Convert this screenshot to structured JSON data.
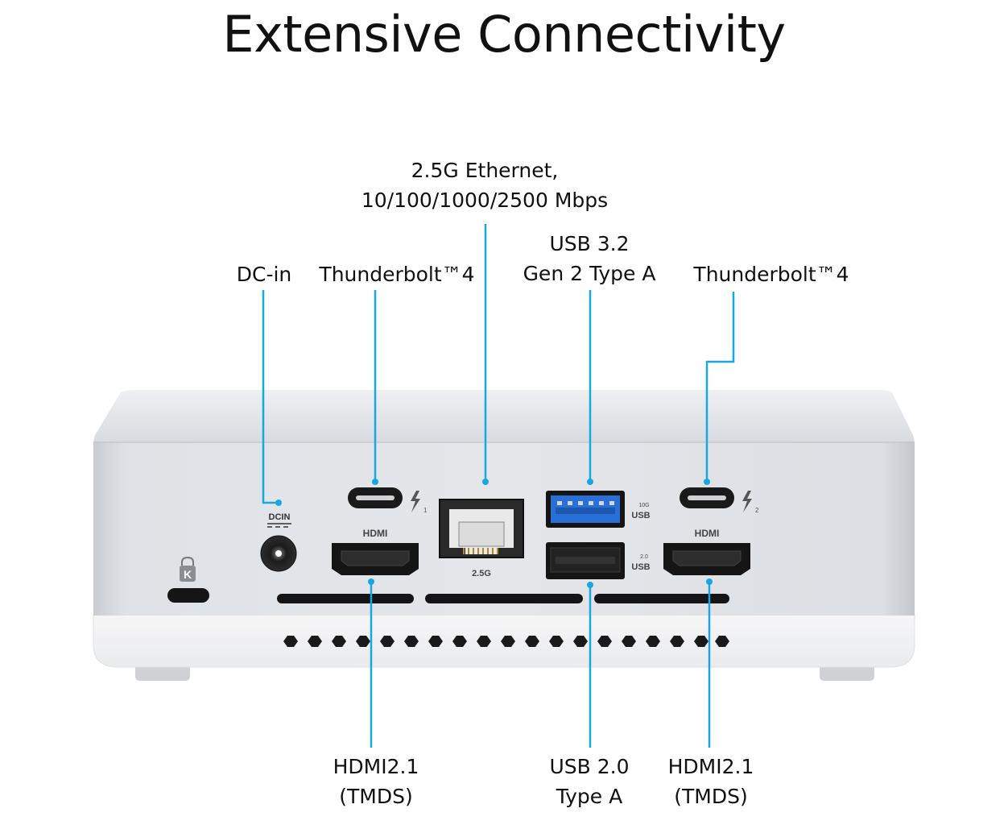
{
  "title": "Extensive Connectivity",
  "labels": {
    "ethernet_line1": "2.5G Ethernet,",
    "ethernet_line2": "10/100/1000/2500 Mbps",
    "usb32_line1": "USB 3.2",
    "usb32_line2": "Gen 2 Type A",
    "dc_in": "DC-in",
    "tb4_left": "Thunderbolt™4",
    "tb4_right": "Thunderbolt™4",
    "hdmi_left_line1": "HDMI2.1",
    "hdmi_left_line2": "(TMDS)",
    "usb20_line1": "USB 2.0",
    "usb20_line2": "Type A",
    "hdmi_right_line1": "HDMI2.1",
    "hdmi_right_line2": "(TMDS)"
  },
  "device_markings": {
    "dcin": "DCIN",
    "hdmi_left": "HDMI",
    "hdmi_right": "HDMI",
    "ethernet": "2.5G",
    "usb_top": "USB",
    "usb_top_sup": "10G",
    "usb_bottom": "USB",
    "usb_bottom_sup": "2.0",
    "tb_left_num": "1",
    "tb_right_num": "2",
    "lock": "K"
  },
  "colors": {
    "callout": "#1aa7e0",
    "usb3_blue": "#2a6fd6",
    "chassis_silver": "#dfe2e6"
  },
  "icons": [
    "thunderbolt-icon",
    "lock-icon"
  ]
}
